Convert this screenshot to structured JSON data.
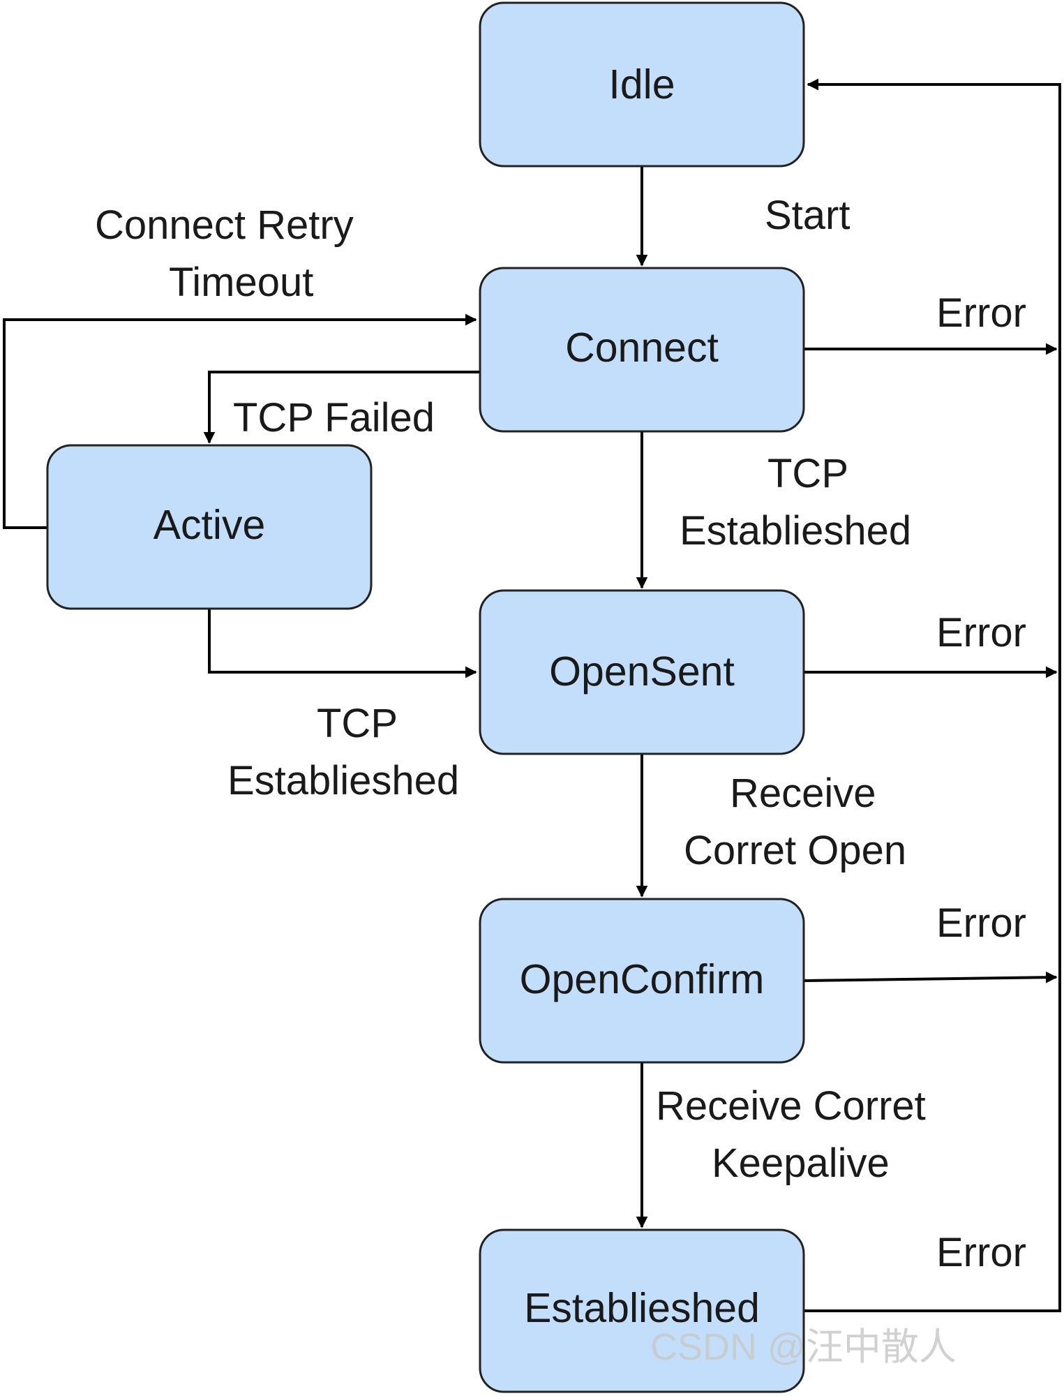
{
  "states": {
    "idle": "Idle",
    "connect": "Connect",
    "active": "Active",
    "opensent": "OpenSent",
    "openconfirm": "OpenConfirm",
    "established": "Establieshed"
  },
  "transitions": {
    "start": "Start",
    "connect_retry_line1": "Connect Retry",
    "connect_retry_line2": "Timeout",
    "tcp_failed": "TCP Failed",
    "tcp_established_a_line1": "TCP",
    "tcp_established_a_line2": "Establieshed",
    "tcp_established_b_line1": "TCP",
    "tcp_established_b_line2": "Establieshed",
    "receive_open_line1": "Receive",
    "receive_open_line2": "Corret Open",
    "receive_keepalive_line1": "Receive Corret",
    "receive_keepalive_line2": "Keepalive",
    "error_connect": "Error",
    "error_opensent": "Error",
    "error_openconfirm": "Error",
    "error_established": "Error"
  },
  "watermark": "CSDN @汪中散人",
  "colors": {
    "state_fill": "#c2defb",
    "stroke": "#000000"
  }
}
